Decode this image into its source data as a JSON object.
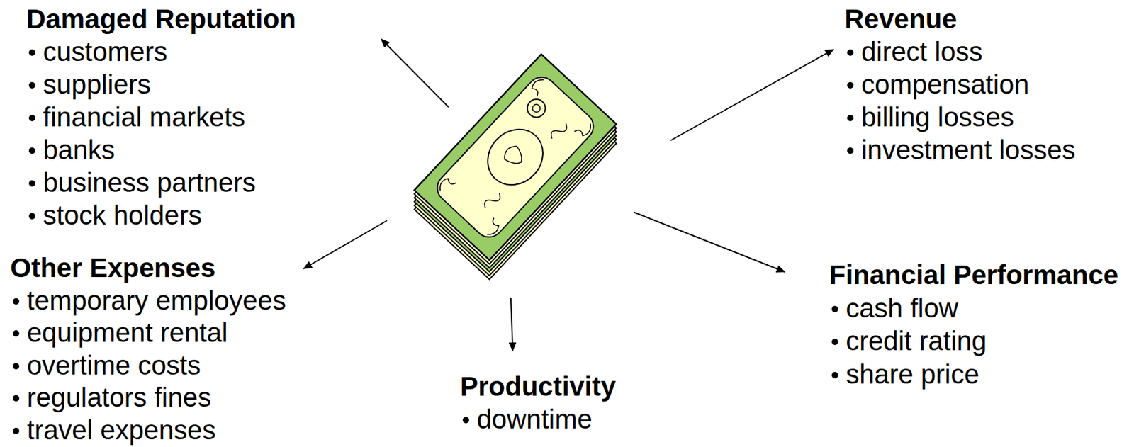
{
  "diagram": {
    "labels": [
      "Damaged Reputation",
      "customers",
      "suppliers",
      "financial markets",
      "banks",
      "business partners",
      "stock holders",
      "Revenue",
      "direct loss",
      "compensation",
      "billing losses",
      "investment losses",
      "Other Expenses",
      "temporary employees",
      "equipment rental",
      "overtime costs",
      "regulators fines",
      "travel expenses",
      "Financial Performance",
      "cash flow",
      "credit rating",
      "share price",
      "Productivity",
      "downtime"
    ]
  }
}
